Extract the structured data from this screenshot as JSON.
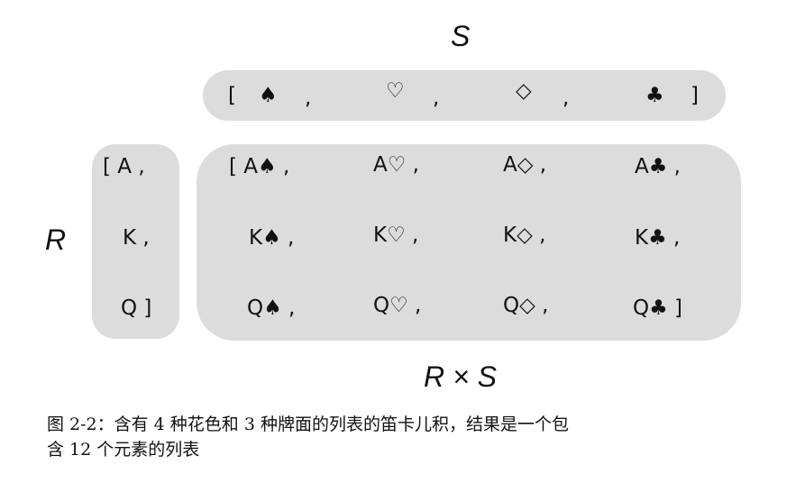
{
  "labels": {
    "s": "S",
    "r": "R",
    "rs": "R × S"
  },
  "s_list": [
    "[",
    "♠",
    ",",
    "♡",
    ",",
    "◇",
    ",",
    "♣",
    "]"
  ],
  "r_list": [
    "[ A ,",
    "K ,",
    "Q ]"
  ],
  "product_rows": [
    [
      "[ A♠ ,",
      "A♡ ,",
      "A◇ ,",
      "A♣ ,"
    ],
    [
      "K♠ ,",
      "K♡ ,",
      "K◇ ,",
      "K♣ ,"
    ],
    [
      "Q♠ ,",
      "Q♡ ,",
      "Q◇ ,",
      "Q♣ ]"
    ]
  ],
  "caption": {
    "line1": "图 2-2：含有 4 种花色和 3 种牌面的列表的笛卡儿积，结果是一个包",
    "line2": "含 12 个元素的列表"
  }
}
